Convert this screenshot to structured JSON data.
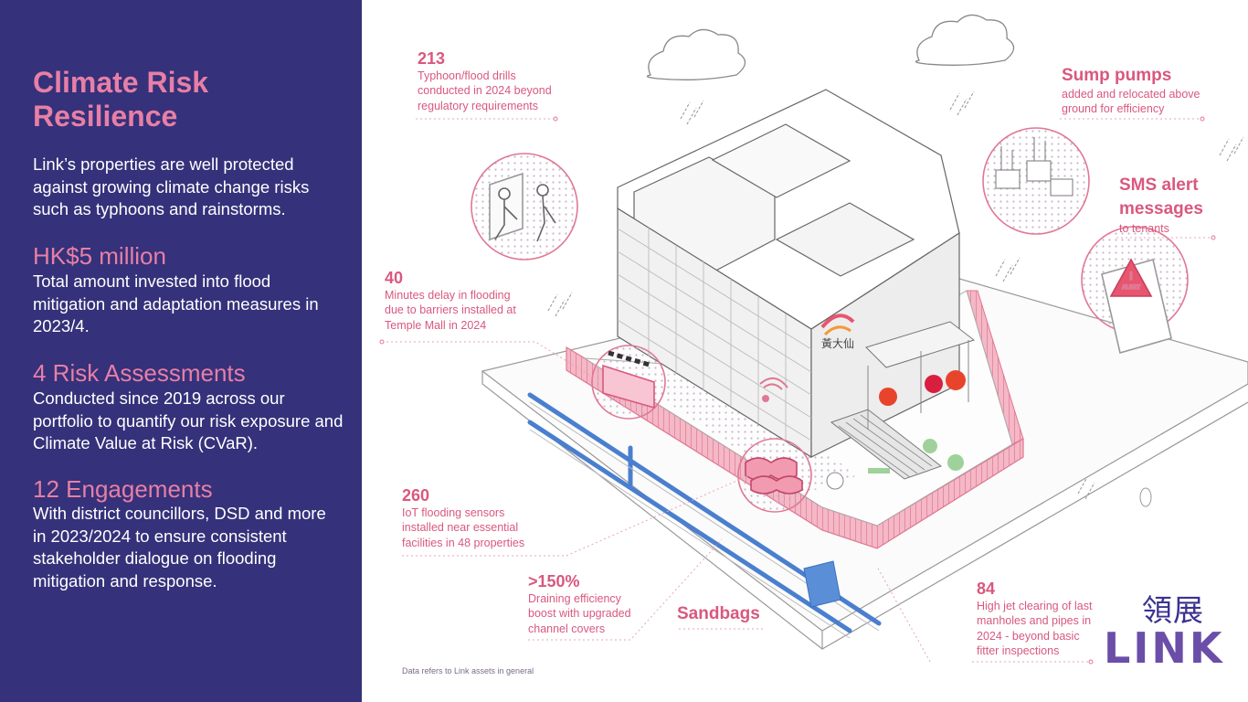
{
  "sidebar": {
    "title": "Climate Risk Resilience",
    "intro": "Link’s properties are well protected against growing climate change risks such as typhoons and rainstorms.",
    "stats": [
      {
        "heading": "HK$5 million",
        "text": "Total amount invested into flood mitigation and adaptation measures in 2023/4."
      },
      {
        "heading": "4 Risk Assessments",
        "text": "Conducted since 2019 across our portfolio to quantify our risk exposure and Climate Value at Risk (CVaR)."
      },
      {
        "heading": "12 Engagements",
        "text": "With district councillors, DSD and more in 2023/2024 to ensure consistent stakeholder dialogue on flooding mitigation and response."
      }
    ]
  },
  "callouts": {
    "drills": {
      "number": "213",
      "text": "Typhoon/flood drills conducted in 2024 beyond regulatory requirements"
    },
    "delay": {
      "number": "40",
      "text": "Minutes delay in flooding due to barriers installed at Temple Mall in 2024"
    },
    "sensors": {
      "number": "260",
      "text": "IoT flooding sensors installed near essential facilities in 48 properties"
    },
    "draining": {
      "number": ">150%",
      "text": "Draining efficiency boost with upgraded channel covers"
    },
    "sandbags": {
      "label": "Sandbags"
    },
    "jet": {
      "number": "84",
      "text": "High jet clearing of last manholes and pipes in 2024 - beyond basic fitter inspections"
    },
    "pumps": {
      "heading": "Sump pumps",
      "text": "added and relocated above ground for efficiency"
    },
    "sms": {
      "heading": "SMS alert messages",
      "text": "to tenants"
    }
  },
  "alert_sign": "ALERT",
  "mall_sign": "黃大仙",
  "footnote": "Data refers to Link assets in general",
  "logo": {
    "chinese": "領展",
    "english": "LINK"
  },
  "colors": {
    "sidebar_bg": "#35317a",
    "accent_pink": "#e77fa6",
    "callout_pink": "#d9587f",
    "water_blue": "#4a7fcf",
    "line_grey": "#8a8a8a"
  }
}
